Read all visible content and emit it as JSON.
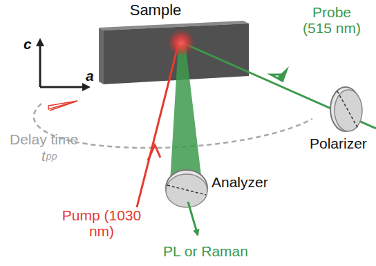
{
  "diagram": {
    "nodes": [
      {
        "text": [
          "Sample"
        ]
      }
    ],
    "labels": [
      "Probe (515 nm)",
      "Polarizer",
      "Analyzer",
      "PL or Raman",
      "Pump (1030 nm)",
      "Delay time",
      "t",
      "pp",
      "c",
      "a"
    ]
  }
}
